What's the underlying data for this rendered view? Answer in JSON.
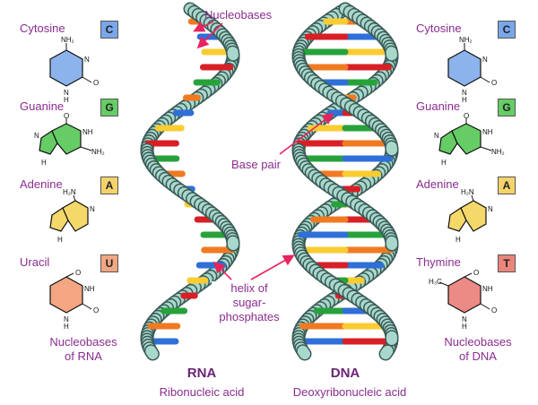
{
  "left_column": {
    "bases": [
      {
        "name": "Cytosine",
        "letter": "C",
        "color": "#7aa6ea",
        "amine": "NH₂",
        "n1": "N",
        "n2": "N",
        "h": "H",
        "o": "O",
        "o2": "",
        "r2": ""
      },
      {
        "name": "Guanine",
        "letter": "G",
        "color": "#66cc66",
        "amine": "",
        "n1": "N",
        "n2": "N",
        "h": "H",
        "o": "O",
        "o2": "NH",
        "r2": "NH₂"
      },
      {
        "name": "Adenine",
        "letter": "A",
        "color": "#f4d36b",
        "amine": "H₂N",
        "n1": "N",
        "n2": "N",
        "h": "H",
        "o": "",
        "o2": "",
        "r2": ""
      },
      {
        "name": "Uracil",
        "letter": "U",
        "color": "#f1a783",
        "amine": "",
        "n1": "NH",
        "n2": "N",
        "h": "H",
        "o": "O",
        "o2": "O",
        "r2": ""
      }
    ],
    "caption_line1": "Nucleobases",
    "caption_line2": "of RNA"
  },
  "right_column": {
    "bases": [
      {
        "name": "Cytosine",
        "letter": "C",
        "color": "#7aa6ea"
      },
      {
        "name": "Guanine",
        "letter": "G",
        "color": "#66cc66"
      },
      {
        "name": "Adenine",
        "letter": "A",
        "color": "#f4d36b"
      },
      {
        "name": "Thymine",
        "letter": "T",
        "color": "#e9857c",
        "methyl": "H₃C"
      }
    ],
    "caption_line1": "Nucleobases",
    "caption_line2": "of DNA"
  },
  "labels": {
    "nucleobases": "Nucleobases",
    "base_pair": "Base pair",
    "helix_line1": "helix of",
    "helix_line2": "sugar-",
    "helix_line3": "phosphates"
  },
  "rna": {
    "title": "RNA",
    "subtitle": "Ribonucleic acid"
  },
  "dna": {
    "title": "DNA",
    "subtitle": "Deoxyribonucleic acid"
  },
  "colors": {
    "label_text": "#8a2c8f",
    "arrow": "#e8245e",
    "backbone": "#a8d8cc",
    "backbone_edge": "#3a5a56",
    "base_blue": "#2f6fd8",
    "base_green": "#27a23b",
    "base_orange": "#f07a22",
    "base_red": "#d81f26",
    "base_yellow": "#f9cc31"
  }
}
